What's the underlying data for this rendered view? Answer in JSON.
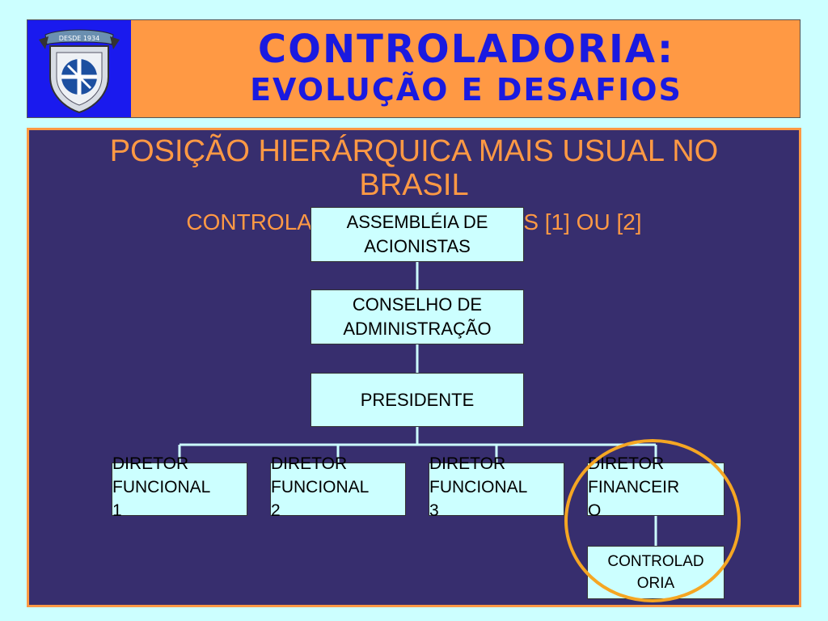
{
  "header": {
    "title_line1": "CONTROLADORIA:",
    "title_line2": "EVOLUÇÃO E DESAFIOS",
    "logo_text": "DESDE 1934"
  },
  "heading": {
    "line1": "POSIÇÃO HIERÁRQUICA MAIS USUAL NO",
    "line2": "BRASIL",
    "sub": "CONTROLADORES FUNCIONAIS [1] OU [2]"
  },
  "org": {
    "assembleia": [
      "ASSEMBLÉIA DE",
      "ACIONISTAS"
    ],
    "conselho": [
      "CONSELHO DE",
      "ADMINISTRAÇÃO"
    ],
    "presidente": "PRESIDENTE",
    "diretores": [
      [
        "DIRETOR",
        "FUNCIONAL",
        "1"
      ],
      [
        "DIRETOR",
        "FUNCIONAL",
        "2"
      ],
      [
        "DIRETOR",
        "FUNCIONAL",
        "3"
      ],
      [
        "DIRETOR",
        "FINANCEIR",
        "O"
      ]
    ],
    "controladoria": [
      "CONTROLAD",
      "ORIA"
    ]
  },
  "colors": {
    "background": "#ccffff",
    "header_bg": "#ff9944",
    "title": "#1a1ae0",
    "panel_bg": "#372e6e",
    "accent": "#ff9944",
    "highlight_circle": "#f5a623"
  }
}
